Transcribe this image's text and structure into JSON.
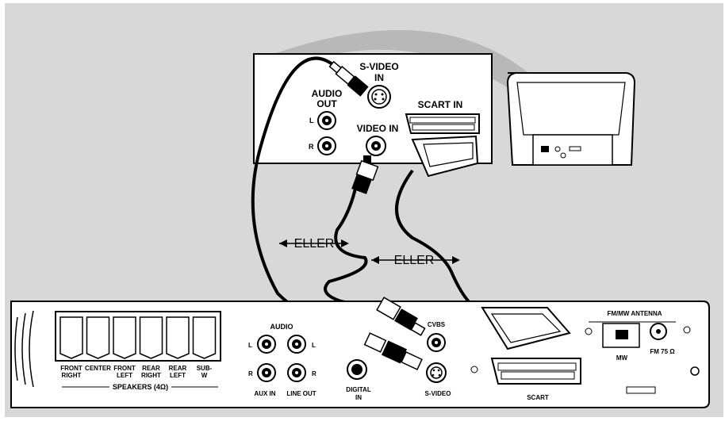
{
  "colors": {
    "background": "#d8d8d8",
    "outer": "#ffffff",
    "panel": "#ffffff",
    "cable": "#000000",
    "tv_swoosh": "#b8b8b8"
  },
  "tv_panel": {
    "svideo_in": [
      "S-VIDEO",
      "IN"
    ],
    "audio_out": [
      "AUDIO",
      "OUT"
    ],
    "audio_l": "L",
    "audio_r": "R",
    "video_in": "VIDEO IN",
    "scart_in": "SCART IN"
  },
  "alternatives": {
    "left": "ELLER",
    "right": "ELLER"
  },
  "player_panel": {
    "audio": "AUDIO",
    "aux_in": "AUX IN",
    "line_out": "LINE OUT",
    "l": "L",
    "r": "R",
    "digital_in": [
      "DIGITAL",
      "IN"
    ],
    "cvbs": "CVBS",
    "s_video": "S-VIDEO",
    "scart": "SCART",
    "fm_mw_antenna": "FM/MW ANTENNA",
    "mw": "MW",
    "fm": "FM 75 Ω",
    "speakers": "SPEAKERS (4Ω)",
    "speaker_labels": [
      [
        "FRONT",
        "RIGHT"
      ],
      [
        "CENTER",
        ""
      ],
      [
        "FRONT",
        "LEFT"
      ],
      [
        "REAR",
        "RIGHT"
      ],
      [
        "REAR",
        "LEFT"
      ],
      [
        "SUB-",
        "W"
      ]
    ]
  },
  "icons": [
    "tv-back-icon",
    "scart-connector-icon",
    "svideo-connector-icon",
    "rca-jack-icon"
  ]
}
